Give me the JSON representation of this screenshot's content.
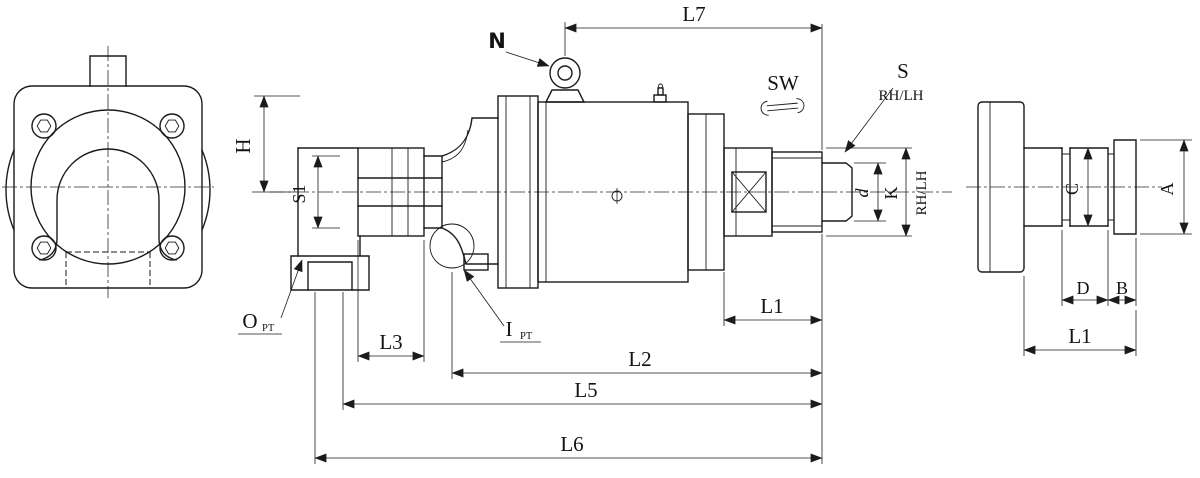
{
  "drawing": {
    "colors": {
      "line": "#1b1b1b",
      "background": "#ffffff"
    },
    "labels": {
      "l7": "L7",
      "n": "N",
      "sw": "SW",
      "s": "S",
      "rhlh_top": "RH/LH",
      "h": "H",
      "s1": "S1",
      "d_small": "d",
      "k": "K",
      "rhlh_right": "RH/LH",
      "port_o": "O",
      "port_o_sub": "PT",
      "port_i": "I",
      "port_i_sub": "PT",
      "l3": "L3",
      "l1_mid": "L1",
      "l2": "L2",
      "l5": "L5",
      "l6": "L6",
      "a": "A",
      "c": "C",
      "d_cap": "D",
      "b": "B",
      "l1_right": "L1"
    }
  }
}
